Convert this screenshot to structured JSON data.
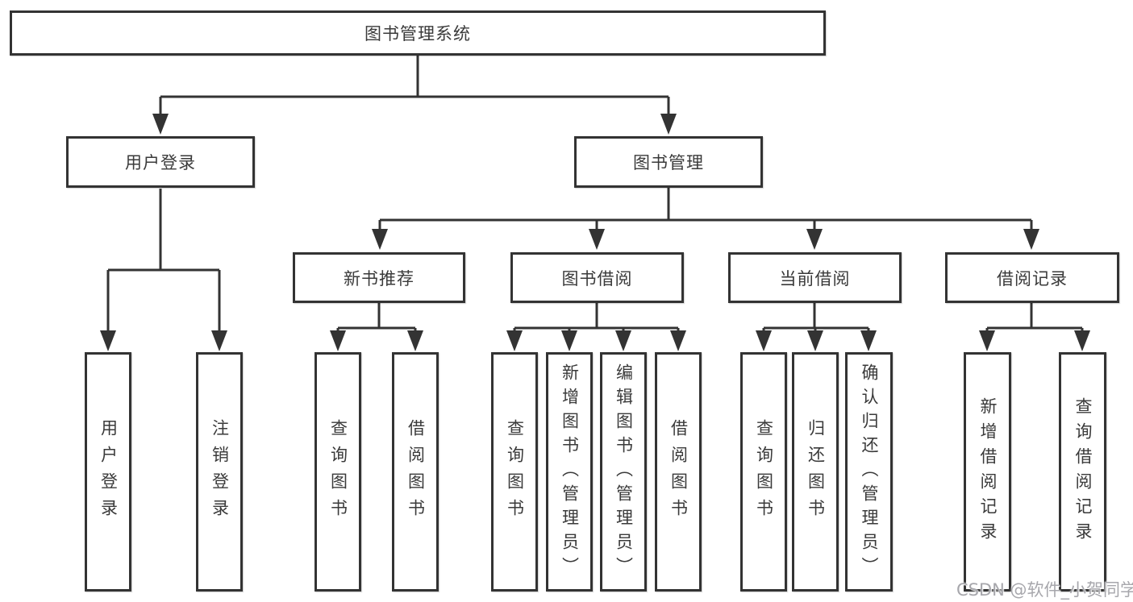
{
  "tree": {
    "root": {
      "label": "图书管理系统",
      "children": [
        {
          "label": "用户登录",
          "children": [
            {
              "label": "用户登录"
            },
            {
              "label": "注销登录"
            }
          ]
        },
        {
          "label": "图书管理",
          "children": [
            {
              "label": "新书推荐",
              "children": [
                {
                  "label": "查询图书"
                },
                {
                  "label": "借阅图书"
                }
              ]
            },
            {
              "label": "图书借阅",
              "children": [
                {
                  "label": "查询图书"
                },
                {
                  "label": "新增图书（管理员）"
                },
                {
                  "label": "编辑图书（管理员）"
                },
                {
                  "label": "借阅图书"
                }
              ]
            },
            {
              "label": "当前借阅",
              "children": [
                {
                  "label": "查询图书"
                },
                {
                  "label": "归还图书"
                },
                {
                  "label": "确认归还（管理员）"
                }
              ]
            },
            {
              "label": "借阅记录",
              "children": [
                {
                  "label": "新增借阅记录"
                },
                {
                  "label": "查询借阅记录"
                }
              ]
            }
          ]
        }
      ]
    }
  },
  "watermark": {
    "text": "CSDN @软件_小贺同学"
  },
  "colors": {
    "line": "#333333",
    "box_border": "#333333",
    "text": "#3a3a3a",
    "watermark": "#a7a7ac",
    "background": "#ffffff"
  }
}
